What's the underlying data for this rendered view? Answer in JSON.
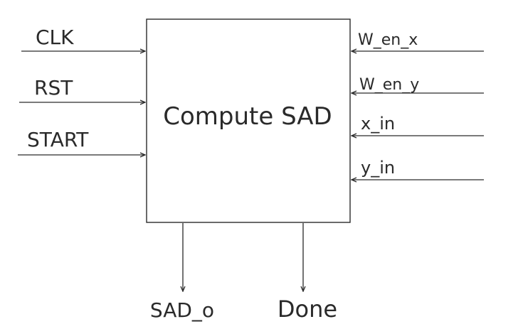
{
  "block": {
    "label": "Compute SAD"
  },
  "inputs_left": [
    {
      "label": "CLK"
    },
    {
      "label": "RST"
    },
    {
      "label": "START"
    }
  ],
  "inputs_right": [
    {
      "label": "W_en_x"
    },
    {
      "label": "W_en_y"
    },
    {
      "label": "x_in"
    },
    {
      "label": "y_in"
    }
  ],
  "outputs_bottom": [
    {
      "label": "SAD_o"
    },
    {
      "label": "Done"
    }
  ],
  "colors": {
    "stroke": "#2a2a2a",
    "background": "#ffffff"
  }
}
